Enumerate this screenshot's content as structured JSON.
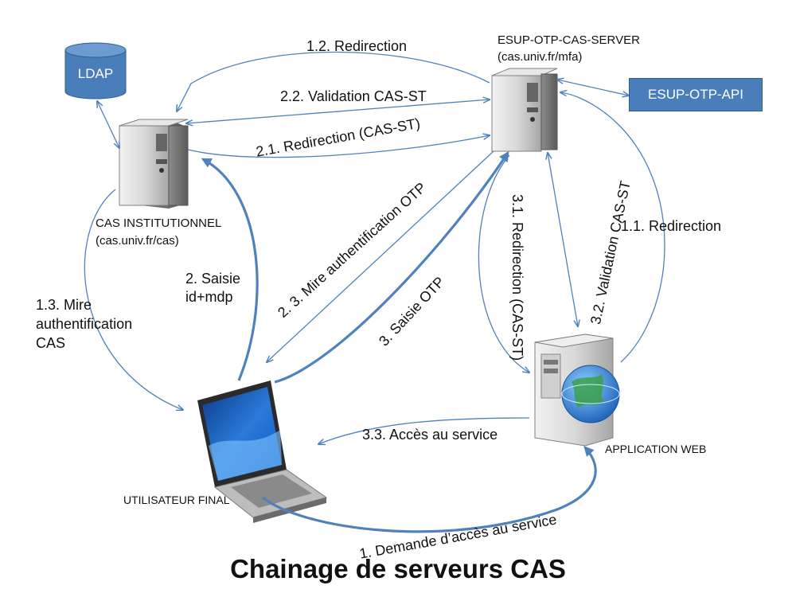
{
  "title": "Chainage de serveurs CAS",
  "nodes": {
    "ldap": "LDAP",
    "otp_api": "ESUP-OTP-API",
    "otp_server_name": "ESUP-OTP-CAS-SERVER",
    "otp_server_url": "(cas.univ.fr/mfa)",
    "cas_inst_name": "CAS INSTITUTIONNEL",
    "cas_inst_url": "(cas.univ.fr/cas)",
    "app_web": "APPLICATION WEB",
    "user": "UTILISATEUR FINAL"
  },
  "edges": {
    "e1": "1. Demande d’accès au service",
    "e1_1": "1.1. Redirection",
    "e1_2": "1.2. Redirection",
    "e1_3_line1": "1.3. Mire",
    "e1_3_line2": "authentification",
    "e1_3_line3": "CAS",
    "e2_line1": "2. Saisie",
    "e2_line2": "id+mdp",
    "e2_1": "2.1. Redirection  (CAS-ST)",
    "e2_2": "2.2. Validation CAS-ST",
    "e2_3": "2. 3. Mire authentification OTP",
    "e3": "3. Saisie OTP",
    "e3_1": "3.1. Redirection  (CAS-ST)",
    "e3_2": "3.2. Validation CAS-ST",
    "e3_3": "3.3. Accès au service"
  },
  "colors": {
    "arrow": "#4f81bd",
    "box": "#4a7ebb"
  }
}
